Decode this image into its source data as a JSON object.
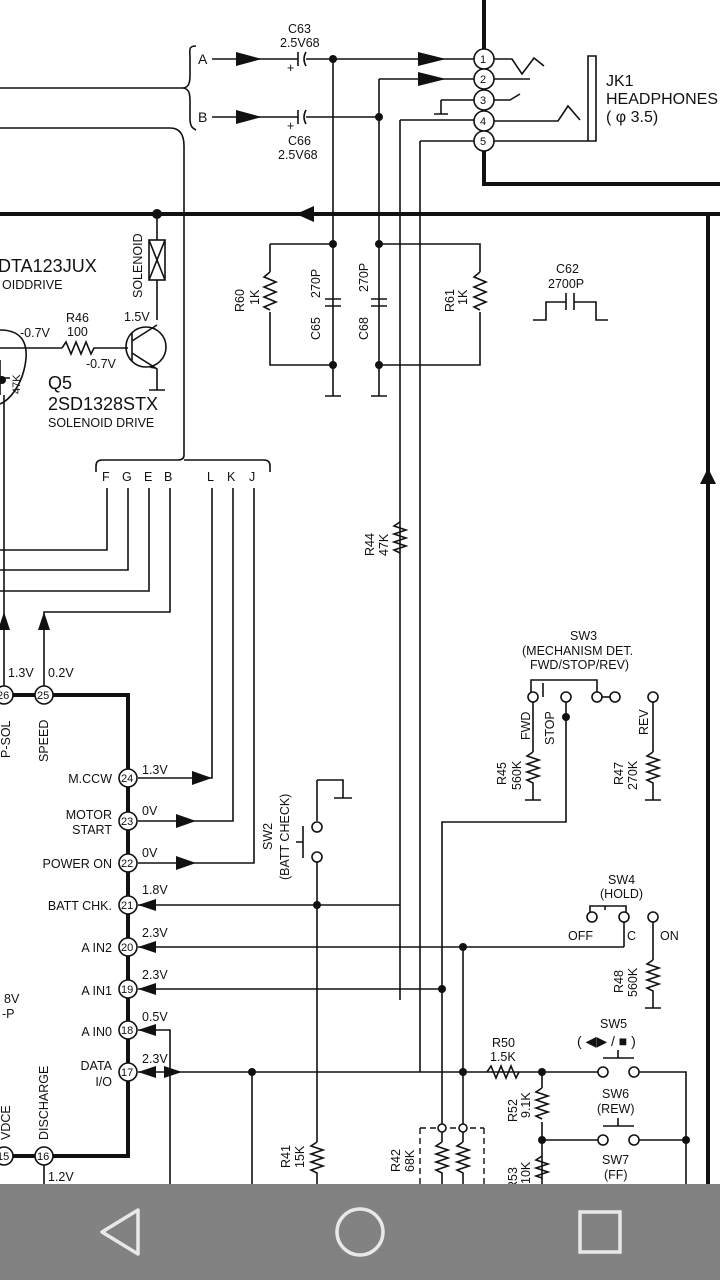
{
  "connector": {
    "name": "JK1",
    "label": "HEADPHONES",
    "spec": "( φ 3.5)",
    "pins": [
      "1",
      "2",
      "3",
      "4",
      "5"
    ]
  },
  "inputs": {
    "a": "A",
    "b": "B"
  },
  "capacitors": {
    "c63": {
      "name": "C63",
      "value": "2.5V68"
    },
    "c66": {
      "name": "C66",
      "value": "2.5V68"
    },
    "c65": {
      "name": "C65",
      "value": "270P"
    },
    "c68": {
      "name": "C68",
      "value": "270P"
    },
    "c62": {
      "name": "C62",
      "value": "2700P"
    }
  },
  "resistors": {
    "r60": {
      "name": "R60",
      "value": "1K"
    },
    "r61": {
      "name": "R61",
      "value": "1K"
    },
    "r46": {
      "name": "R46",
      "value": "100"
    },
    "r44": {
      "name": "R44",
      "value": "47K"
    },
    "r45": {
      "name": "R45",
      "value": "560K"
    },
    "r47": {
      "name": "R47",
      "value": "270K"
    },
    "r48": {
      "name": "R48",
      "value": "560K"
    },
    "r50": {
      "name": "R50",
      "value": "1.5K"
    },
    "r52": {
      "name": "R52",
      "value": "9.1K"
    },
    "r41": {
      "name": "R41",
      "value": "15K"
    },
    "r42": {
      "name": "R42",
      "value": "68K"
    },
    "r53": {
      "name": "R53",
      "value": "10K"
    }
  },
  "solenoid": {
    "label": "SOLENOID"
  },
  "transistors": {
    "q_left": {
      "part": "DTA123JUX",
      "desc": "OIDDRIVE",
      "inner": "47K"
    },
    "q5": {
      "name": "Q5",
      "part": "2SD1328STX",
      "desc": "SOLENOID DRIVE"
    }
  },
  "voltages": {
    "q5_collector": "1.5V",
    "r46_left": "-0.7V",
    "q5_base": "-0.7V",
    "pin26": "1.3V",
    "pin25": "0.2V",
    "pin24": "1.3V",
    "pin23": "0V",
    "pin22": "0V",
    "pin21": "1.8V",
    "pin20": "2.3V",
    "pin19": "2.3V",
    "pin18": "0.5V",
    "pin17": "2.3V",
    "pin16": "1.2V",
    "left_edge": "8V"
  },
  "bus": {
    "labels": [
      "F",
      "G",
      "E",
      "B",
      "L",
      "K",
      "J"
    ]
  },
  "ic": {
    "top_pins": [
      {
        "num": "26",
        "label": "P-SOL"
      },
      {
        "num": "25",
        "label": "SPEED"
      }
    ],
    "pins": [
      {
        "num": "24",
        "label": "M.CCW"
      },
      {
        "num": "23",
        "label": "MOTOR",
        "label2": "START"
      },
      {
        "num": "22",
        "label": "POWER ON"
      },
      {
        "num": "21",
        "label": "BATT CHK."
      },
      {
        "num": "20",
        "label": "A IN2"
      },
      {
        "num": "19",
        "label": "A IN1"
      },
      {
        "num": "18",
        "label": "A IN0"
      },
      {
        "num": "17",
        "label": "DATA",
        "label2": "I/O"
      }
    ],
    "bottom_pins": [
      {
        "num": "15",
        "label": "VDCE"
      },
      {
        "num": "16",
        "label": "DISCHARGE"
      }
    ],
    "left_fragment": "-P"
  },
  "switches": {
    "sw2": {
      "name": "SW2",
      "desc": "(BATT CHECK)"
    },
    "sw3": {
      "name": "SW3",
      "desc1": "(MECHANISM DET.",
      "desc2": "FWD/STOP/REV)",
      "fwd": "FWD",
      "stop": "STOP",
      "rev": "REV"
    },
    "sw4": {
      "name": "SW4",
      "desc": "(HOLD)",
      "off": "OFF",
      "c": "C",
      "on": "ON"
    },
    "sw5": {
      "name": "SW5",
      "desc": "( ◀▶ / ■ )"
    },
    "sw6": {
      "name": "SW6",
      "desc": "(REW)"
    },
    "sw7": {
      "name": "SW7",
      "desc": "(FF)"
    }
  },
  "navbar": {
    "back_icon": "back-triangle-icon",
    "home_icon": "home-circle-icon",
    "recents_icon": "recents-square-icon"
  }
}
